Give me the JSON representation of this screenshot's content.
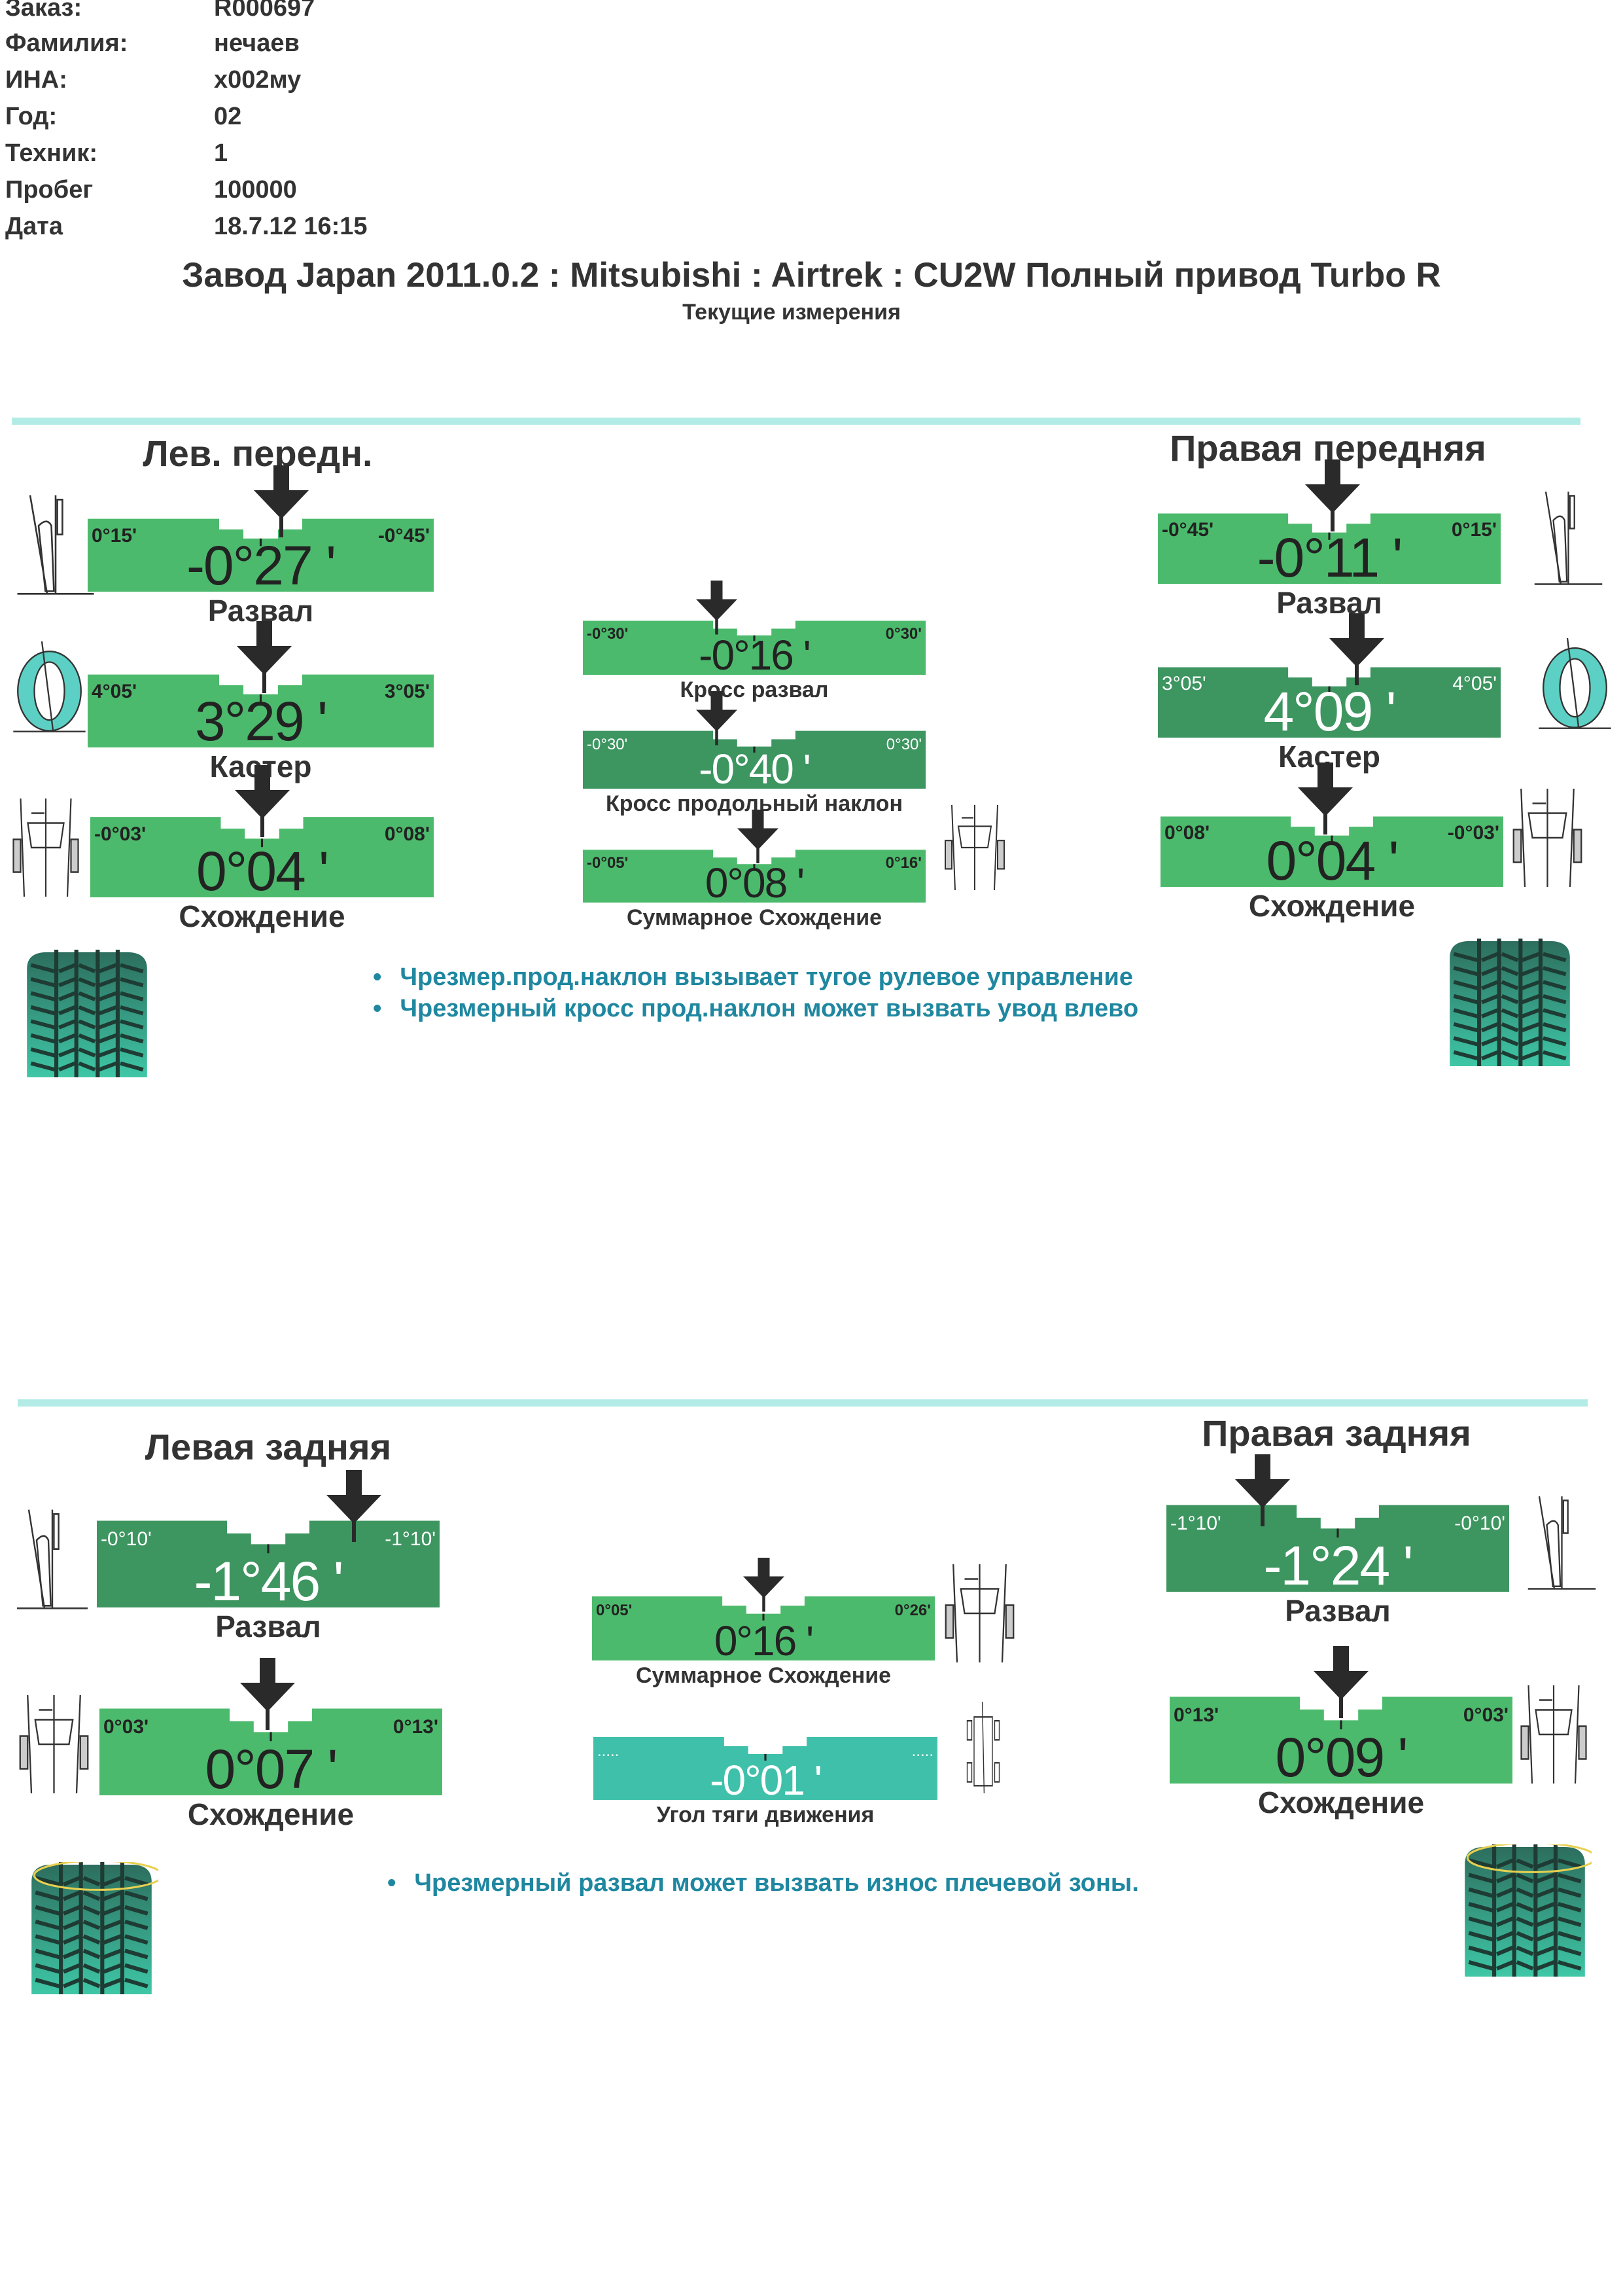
{
  "info": [
    {
      "label": "Заказ:",
      "value": "R000697"
    },
    {
      "label": "Фамилия:",
      "value": "нечаев"
    },
    {
      "label": "ИНА:",
      "value": "х002му"
    },
    {
      "label": "Год:",
      "value": "02"
    },
    {
      "label": "Техник:",
      "value": "1"
    },
    {
      "label": "Пробег",
      "value": "100000"
    },
    {
      "label": "Дата",
      "value": "18.7.12 16:15"
    }
  ],
  "title": "Завод Japan 2011.0.2 : Mitsubishi : Airtrek : CU2W  Полный привод Turbo R",
  "subtitle": "Текущие измерения",
  "wheels": {
    "left_front": "Лев. передн.",
    "right_front": "Правая передняя",
    "left_rear": "Левая задняя",
    "right_rear": "Правая задняя"
  },
  "colors": {
    "green": "#4cba6c",
    "dark_green": "#3d9560",
    "teal": "#3fc0aa",
    "note": "#1f87a0",
    "separator": "#b3ebe6"
  },
  "gauges": [
    {
      "id": "lf-camber",
      "min": "0°15'",
      "max": "-0°45'",
      "value": "-0°27 '",
      "label": "Развал",
      "status": "ok"
    },
    {
      "id": "lf-caster",
      "min": "4°05'",
      "max": "3°05'",
      "value": "3°29 '",
      "label": "Кастер",
      "status": "ok"
    },
    {
      "id": "lf-toe",
      "min": "-0°03'",
      "max": "0°08'",
      "value": "0°04 '",
      "label": "Схождение",
      "status": "ok"
    },
    {
      "id": "cross-camber",
      "min": "-0°30'",
      "max": "0°30'",
      "value": "-0°16 '",
      "label": "Кросс развал",
      "status": "ok"
    },
    {
      "id": "cross-caster",
      "min": "-0°30'",
      "max": "0°30'",
      "value": "-0°40 '",
      "label": "Кросс продольный наклон",
      "status": "out"
    },
    {
      "id": "front-total-toe",
      "min": "-0°05'",
      "max": "0°16'",
      "value": "0°08 '",
      "label": "Суммарное Схождение",
      "status": "ok"
    },
    {
      "id": "rf-camber",
      "min": "-0°45'",
      "max": "0°15'",
      "value": "-0°11 '",
      "label": "Развал",
      "status": "ok"
    },
    {
      "id": "rf-caster",
      "min": "3°05'",
      "max": "4°05'",
      "value": "4°09 '",
      "label": "Кастер",
      "status": "out"
    },
    {
      "id": "rf-toe",
      "min": "0°08'",
      "max": "-0°03'",
      "value": "0°04 '",
      "label": "Схождение",
      "status": "ok"
    },
    {
      "id": "lr-camber",
      "min": "-0°10'",
      "max": "-1°10'",
      "value": "-1°46 '",
      "label": "Развал",
      "status": "out"
    },
    {
      "id": "lr-toe",
      "min": "0°03'",
      "max": "0°13'",
      "value": "0°07 '",
      "label": "Схождение",
      "status": "ok"
    },
    {
      "id": "rear-total-toe",
      "min": "0°05'",
      "max": "0°26'",
      "value": "0°16 '",
      "label": "Суммарное Схождение",
      "status": "ok"
    },
    {
      "id": "thrust-angle",
      "min": ".....",
      "max": ".....",
      "value": "-0°01 '",
      "label": "Угол тяги движения",
      "status": "info"
    },
    {
      "id": "rr-camber",
      "min": "-1°10'",
      "max": "-0°10'",
      "value": "-1°24 '",
      "label": "Развал",
      "status": "out"
    },
    {
      "id": "rr-toe",
      "min": "0°13'",
      "max": "0°03'",
      "value": "0°09 '",
      "label": "Схождение",
      "status": "ok"
    }
  ],
  "notes_front": [
    "Чрезмер.прод.наклон вызывает тугое рулевое управление",
    "Чрезмерный кросс прод.наклон может вызвать увод влево"
  ],
  "notes_rear": [
    "Чрезмерный развал может вызвать износ  плечевой зоны."
  ]
}
